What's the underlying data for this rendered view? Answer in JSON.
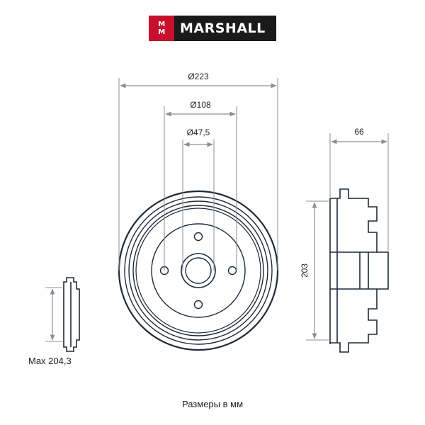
{
  "logo": {
    "mark_lines": [
      "M",
      "M"
    ],
    "wordmark": "MARSHALL",
    "colors": {
      "mark": "#c8102e",
      "background": "#1a1a1a",
      "text": "#ffffff"
    }
  },
  "dimensions": {
    "outer_diameter": "Ø223",
    "bolt_circle_diameter": "Ø108",
    "center_bore_diameter": "Ø47,5",
    "width": "66",
    "drum_inner_diameter": "203",
    "max_inner_diameter": "Max 204,3"
  },
  "caption": "Размеры в мм",
  "colors": {
    "outline": "#1e2a3a",
    "dimension_line": "#8a8f96",
    "watermark": "#eef1f4"
  }
}
